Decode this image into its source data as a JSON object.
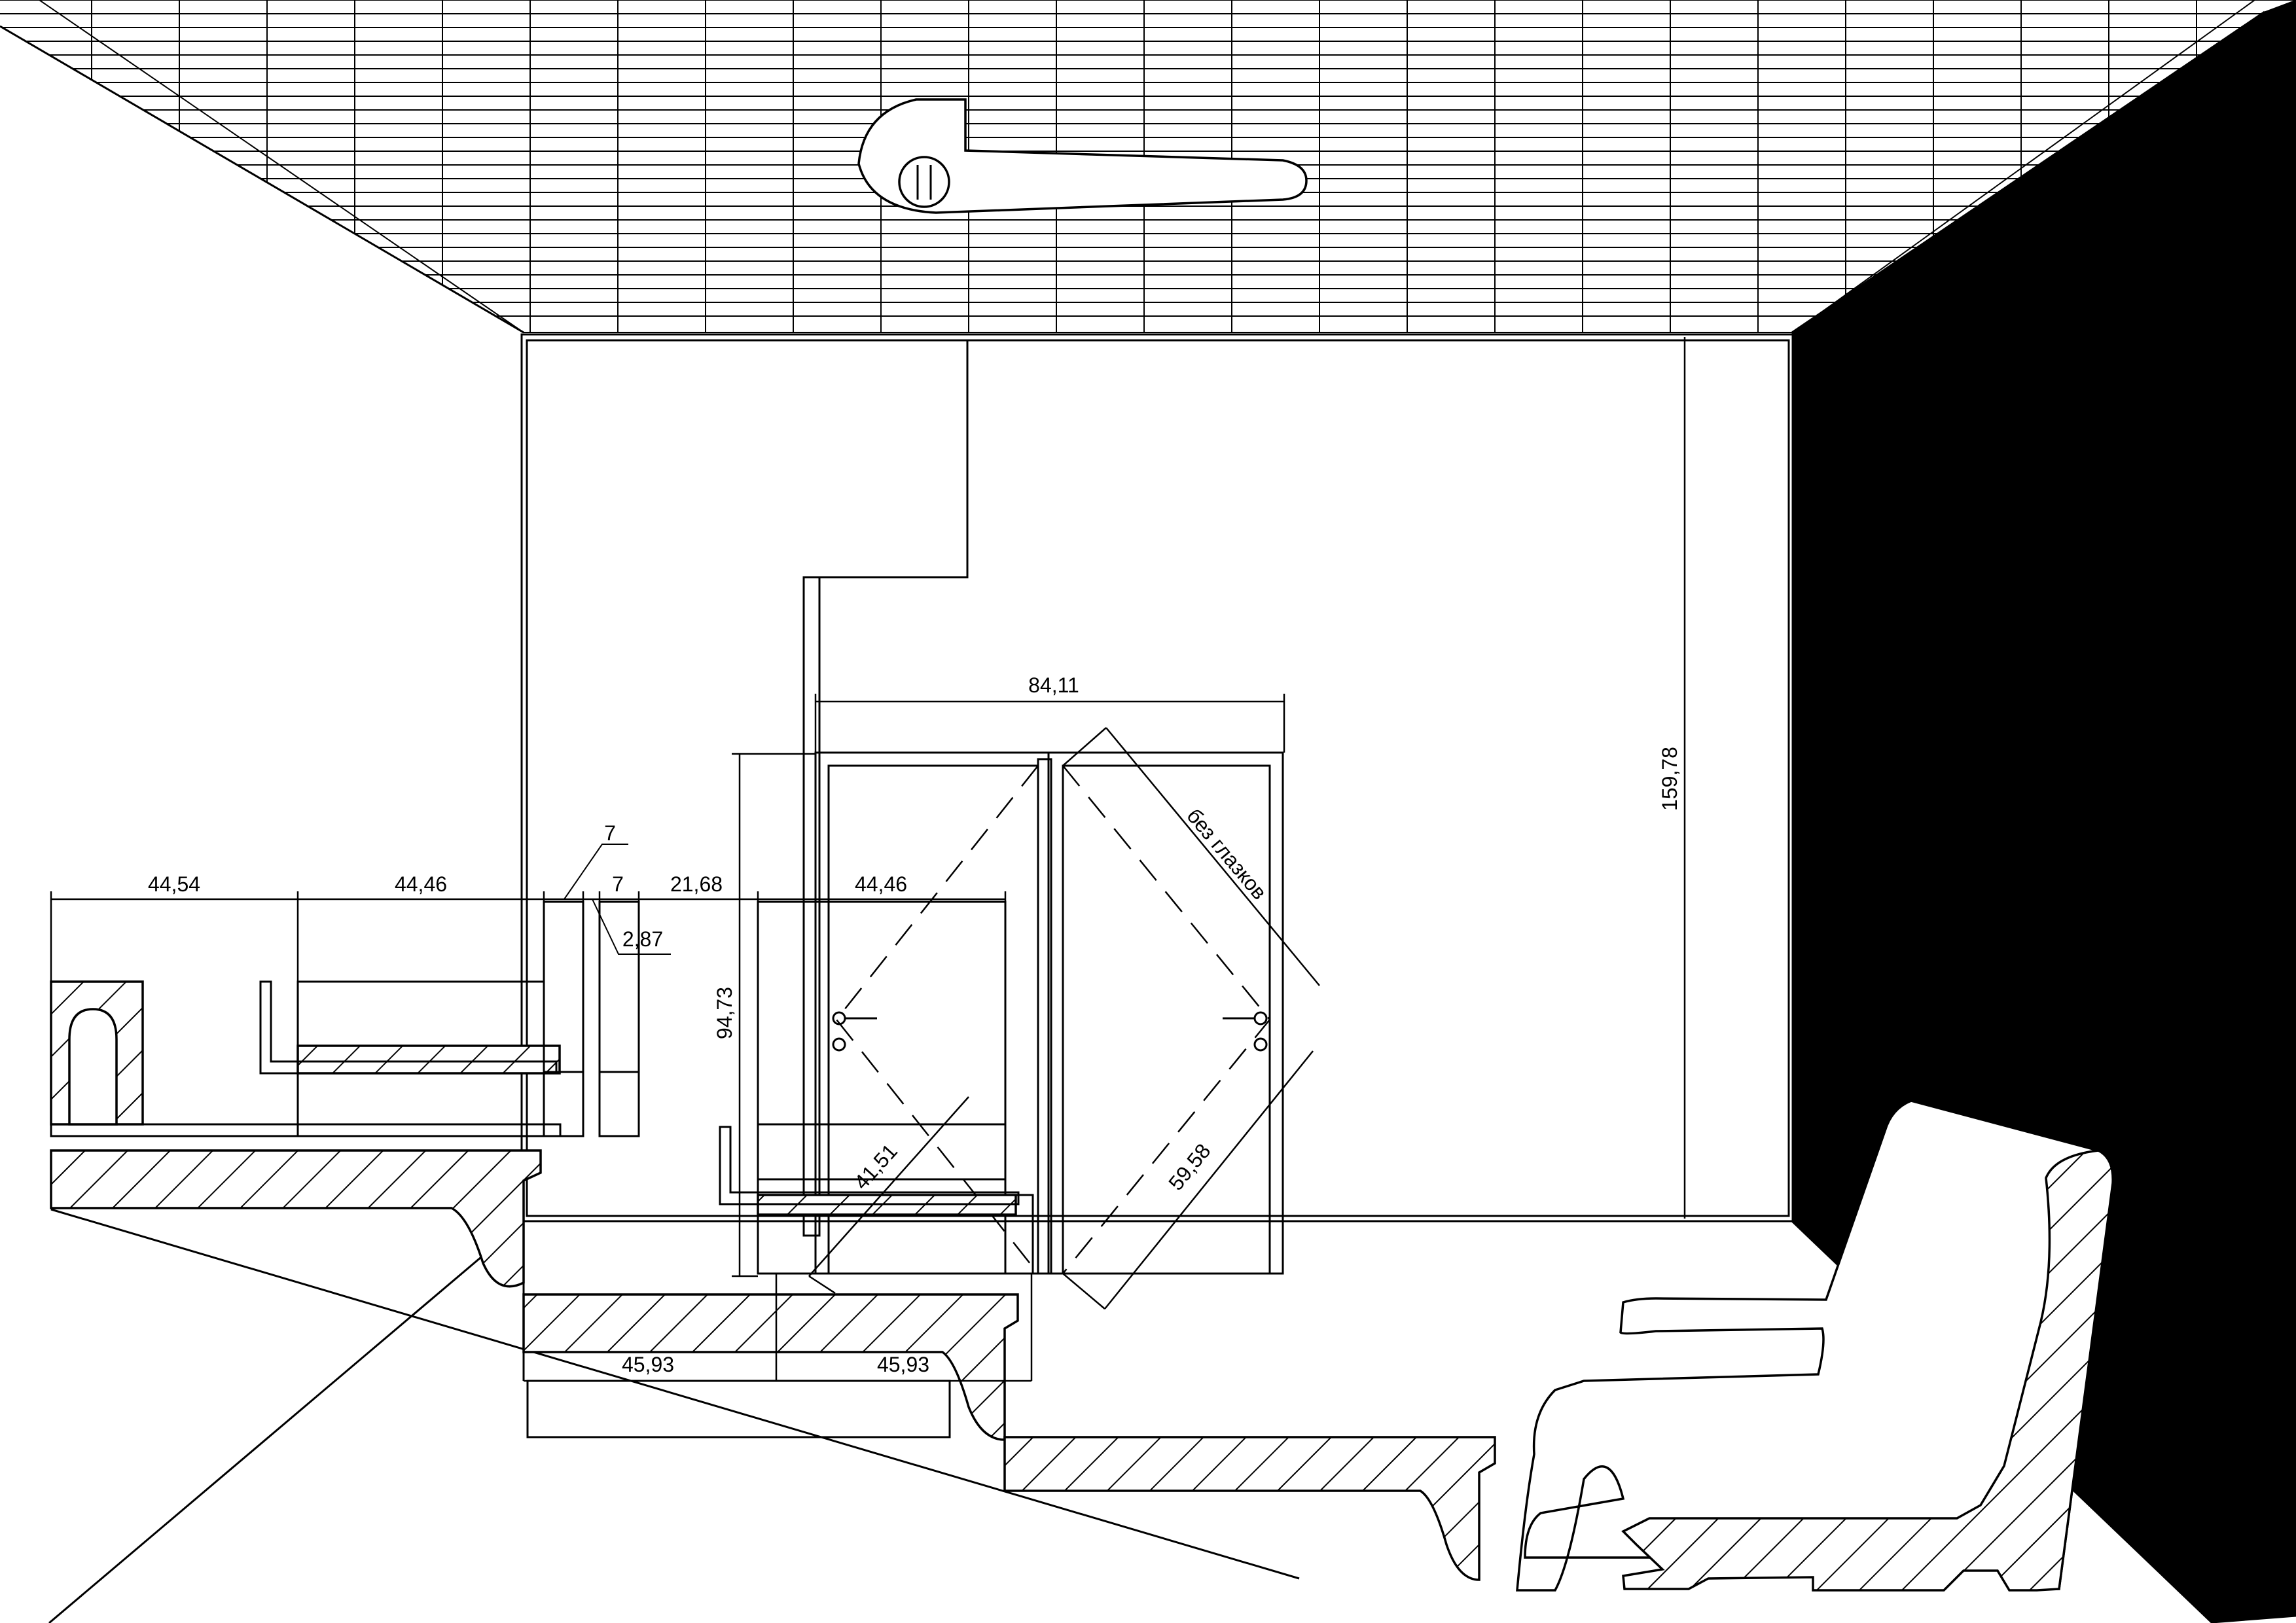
{
  "dimensions": {
    "d_44_54": "44,54",
    "d_44_46_left": "44,46",
    "d_7_top": "7",
    "d_7_mid": "7",
    "d_2_87": "2,87",
    "d_21_68": "21,68",
    "d_44_46_center": "44,46",
    "d_84_11": "84,11",
    "d_94_73": "94,73",
    "d_41_51": "41,51",
    "d_59_58": "59,58",
    "d_159_78": "159,78",
    "d_45_93_left": "45,93",
    "d_45_93_right": "45,93"
  },
  "annotations": {
    "no_peepholes": "без глазков"
  },
  "colors": {
    "line": "#000000",
    "background": "#ffffff",
    "right_wall": "#000000"
  }
}
